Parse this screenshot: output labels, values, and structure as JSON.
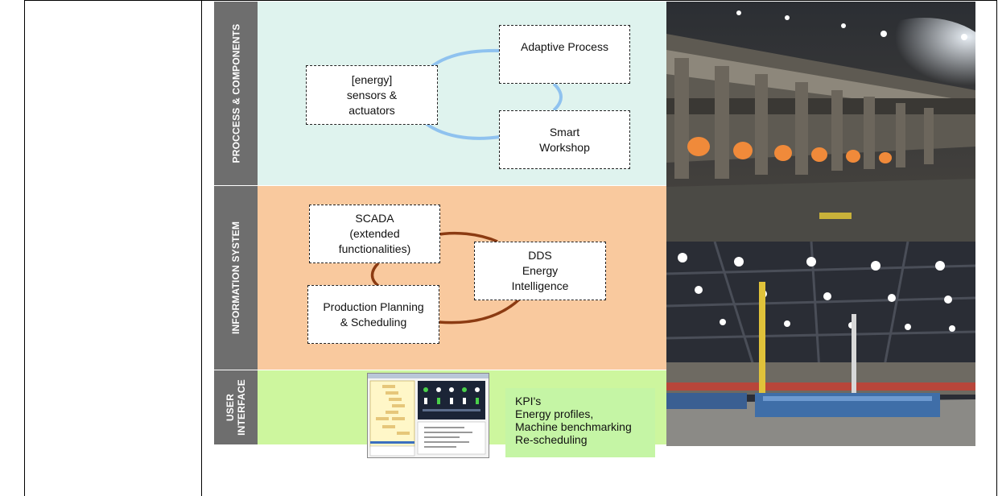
{
  "layers": [
    {
      "label": "PROCCESS & COMPONENTS",
      "color": "#dff3ee"
    },
    {
      "label": "INFORMATION SYSTEM",
      "color": "#f9c99e"
    },
    {
      "label": "USER\nINTERFACE",
      "color": "#cdf69e"
    }
  ],
  "process_boxes": {
    "sensors": "[energy]\nsensors &\nactuators",
    "adaptive": "Adaptive Process",
    "workshop": "Smart\nWorkshop"
  },
  "info_boxes": {
    "scada": "SCADA\n(extended\nfunctionalities)",
    "dds": "DDS\nEnergy\nIntelligence",
    "planning": "Production Planning\n& Scheduling"
  },
  "ui_features": [
    "KPI's",
    "Energy profiles,",
    "Machine benchmarking",
    "Re-scheduling"
  ],
  "link_colors": {
    "process": "#8fc2ef",
    "info": "#8c3b12"
  }
}
